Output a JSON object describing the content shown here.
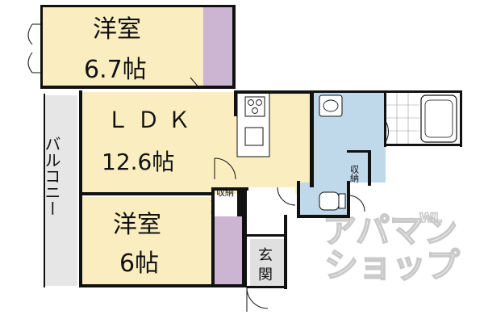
{
  "floorplan": {
    "rooms": {
      "western_top": {
        "name": "洋室",
        "size": "6.7帖"
      },
      "ldk": {
        "name": "ＬＤＫ",
        "size": "12.6帖"
      },
      "western_bottom": {
        "name": "洋室",
        "size": "6帖"
      },
      "balcony": {
        "name": "バルコニー"
      },
      "entrance": {
        "name_top": "玄",
        "name_bottom": "関"
      }
    },
    "storage_labels": {
      "closet_right": "収納",
      "closet_center": "収納"
    },
    "watermark": {
      "line1": "アパマン",
      "line2": "ショップ",
      "small": "WL"
    },
    "colors": {
      "room_fill": "#faeec0",
      "closet_fill": "#cbb5d2",
      "bath_fill": "#bfd8ea",
      "balcony_fill": "#e6e6e6",
      "wall": "#111111"
    }
  }
}
